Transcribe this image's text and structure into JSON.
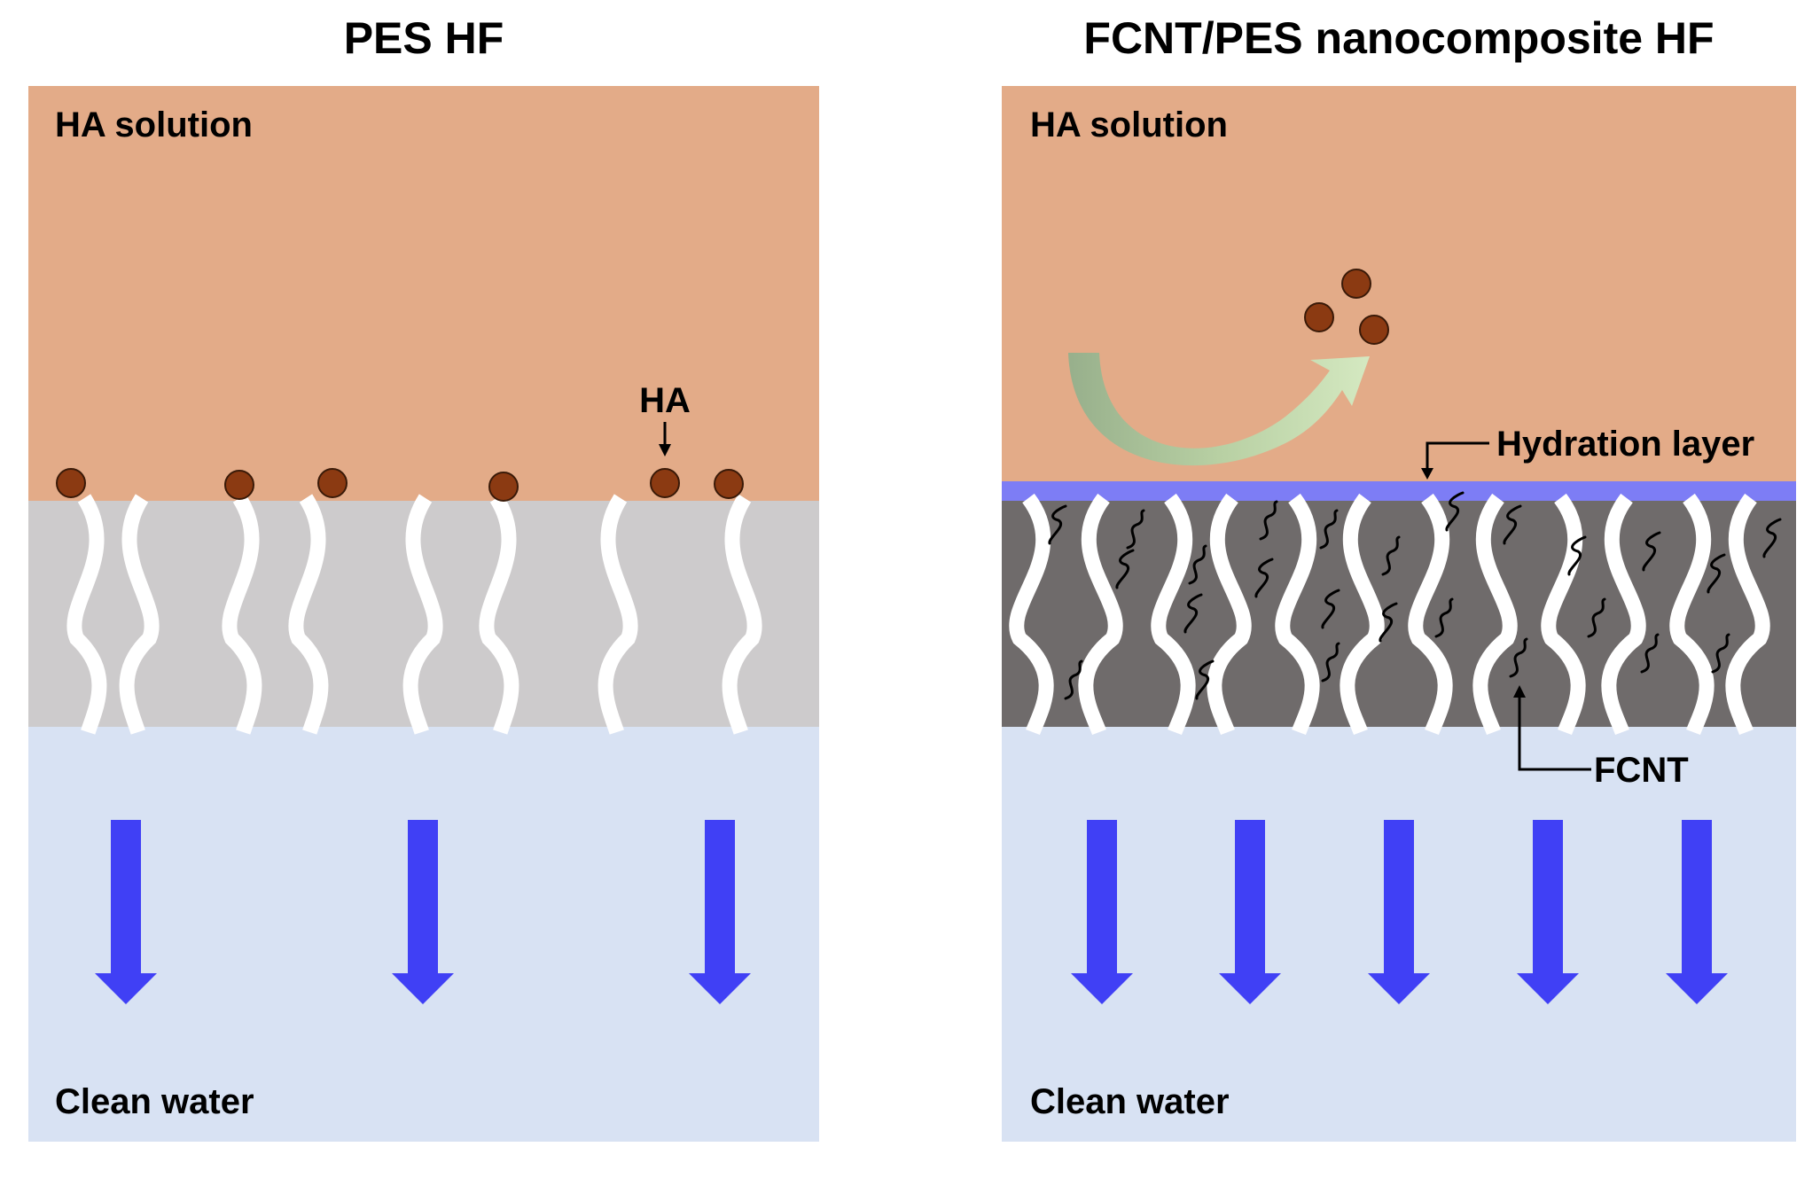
{
  "left_panel": {
    "title": "PES HF",
    "top_label": "HA solution",
    "bottom_label": "Clean water",
    "ha_label": "HA"
  },
  "right_panel": {
    "title": "FCNT/PES nanocomposite  HF",
    "top_label": "HA solution",
    "bottom_label": "Clean water",
    "hydration_label": "Hydration layer",
    "fcnt_label": "FCNT"
  },
  "colors": {
    "solution": "#e3ab88",
    "pes_layer": "#cdcbcc",
    "composite_layer": "#6f6b6b",
    "water": "#d8e2f3",
    "hydration": "#7d7df5",
    "flow_arrow": "#4040f5",
    "ha_particle": "#8b3a12",
    "pore": "#ffffff",
    "rejection_arrow": "#a8cfa0"
  },
  "icons": [
    "flow-arrow-icon",
    "ha-particle-icon",
    "rejection-arrow-icon",
    "pointer-arrow-icon"
  ]
}
